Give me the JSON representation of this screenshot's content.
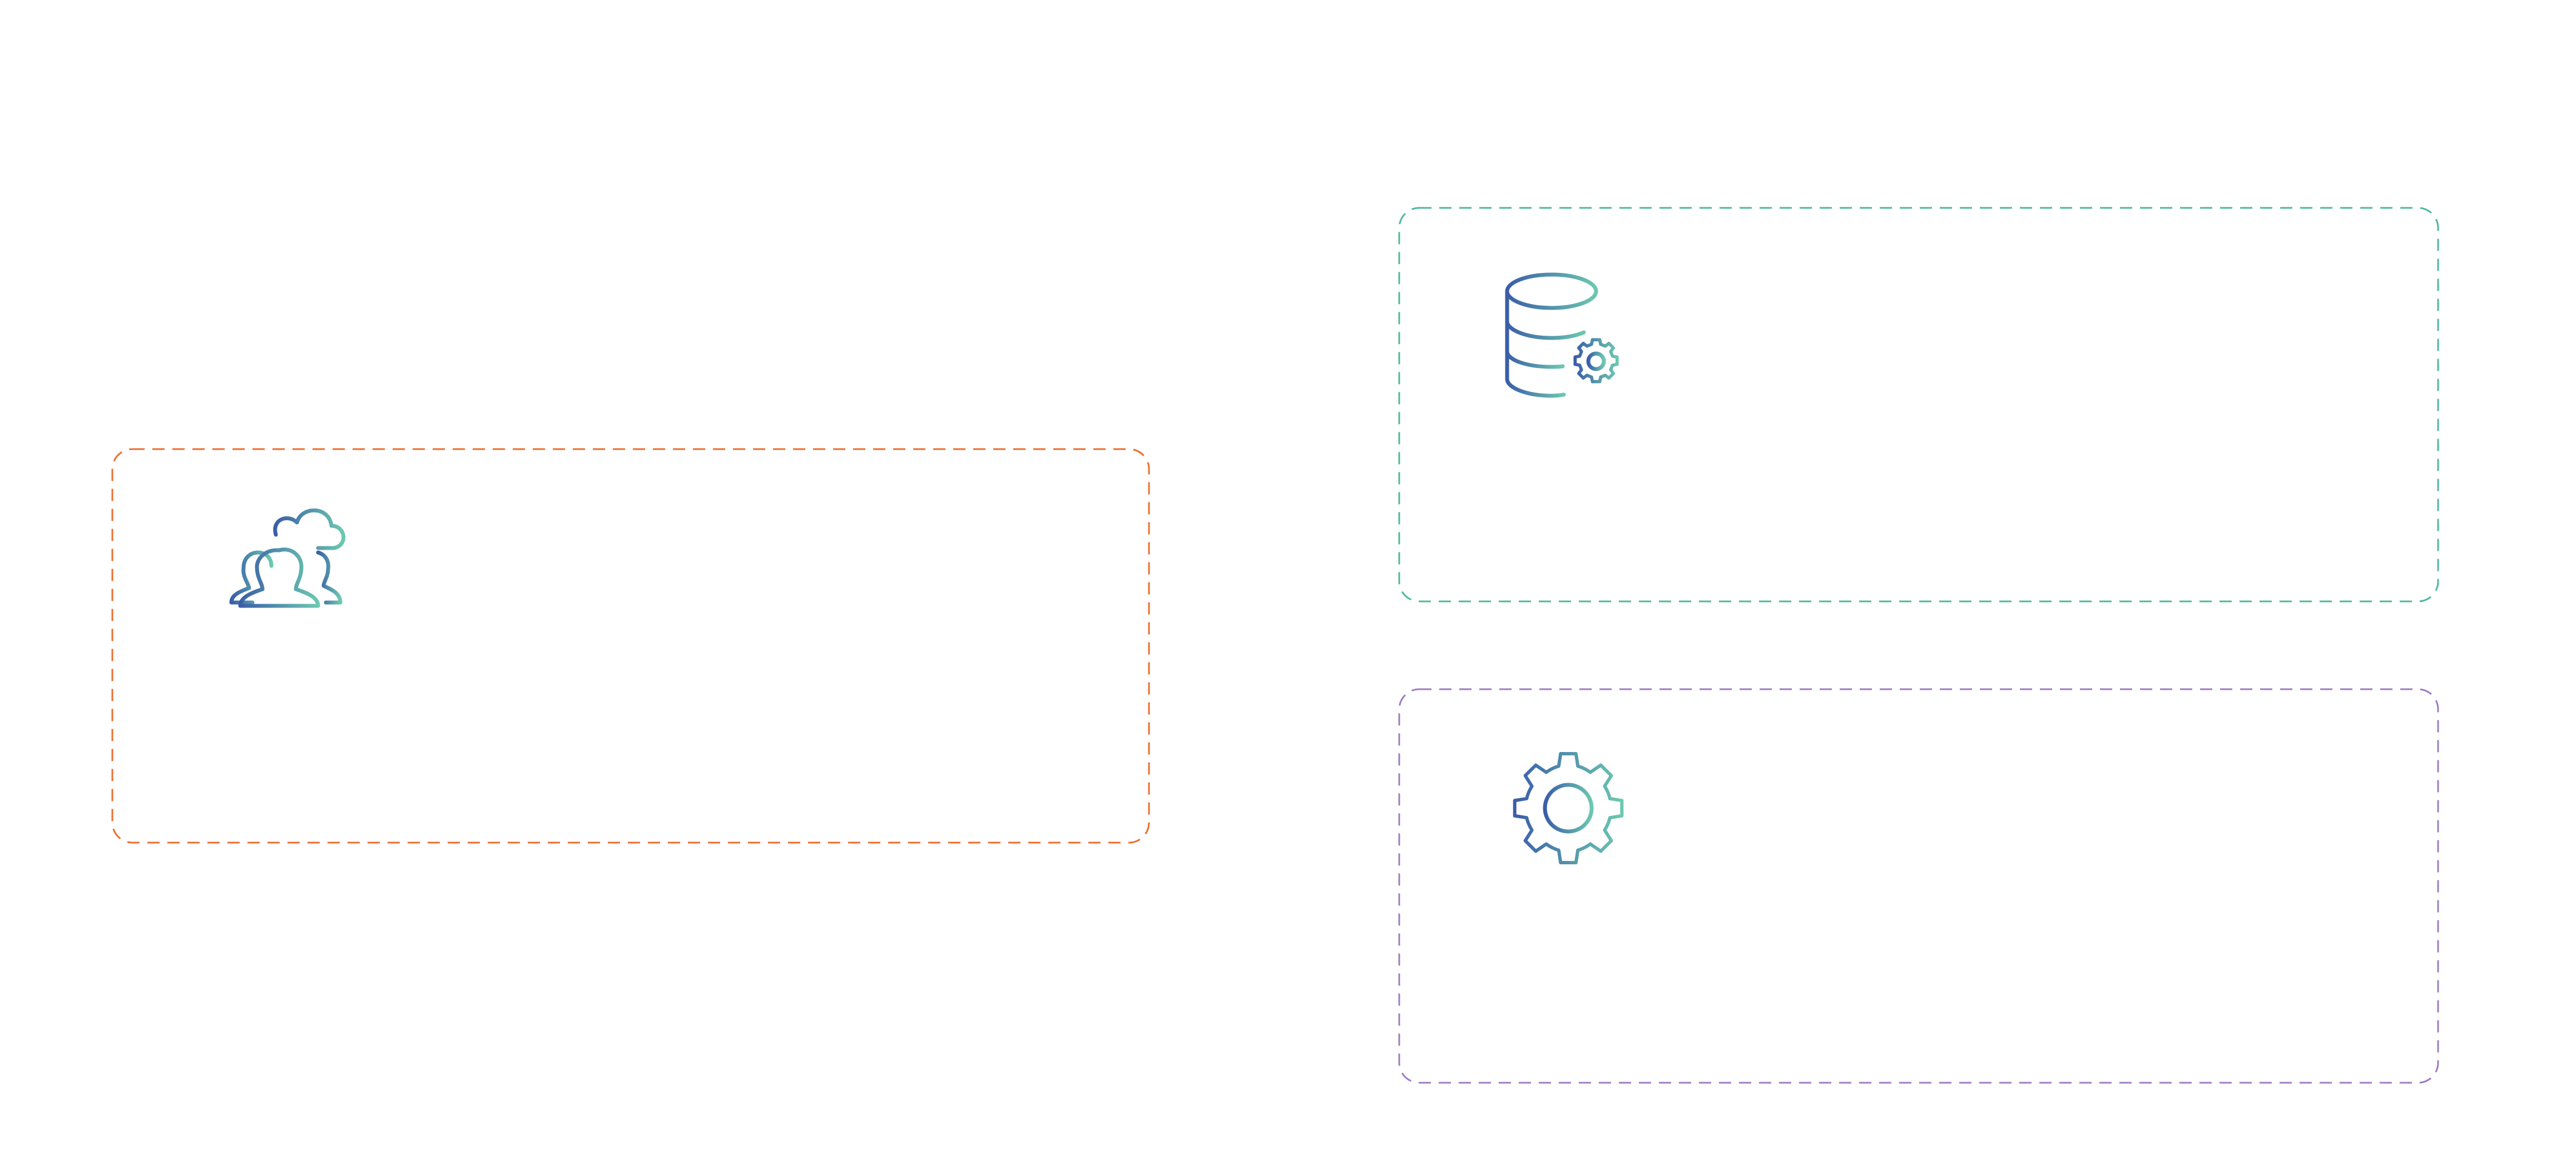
{
  "colors": {
    "left_border": "#ec6e2d",
    "top_right_border": "#4db89e",
    "bottom_right_border": "#9e7cc1",
    "icon_gradient_start": "#3a5ea8",
    "icon_gradient_end": "#6cc8b0"
  },
  "cards": [
    {
      "id": "left",
      "icon": "people-cloud-icon",
      "title": "",
      "text": ""
    },
    {
      "id": "top-right",
      "icon": "database-gear-icon",
      "title": "",
      "text": ""
    },
    {
      "id": "bottom-right",
      "icon": "gear-icon",
      "title": "",
      "text": ""
    }
  ]
}
